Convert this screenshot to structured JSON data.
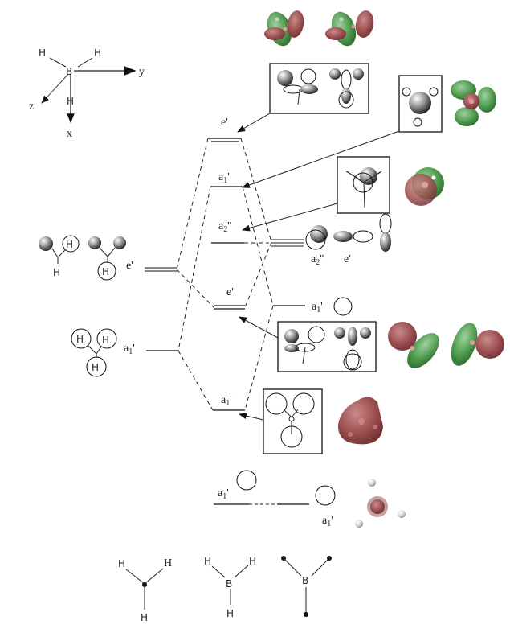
{
  "axes": {
    "atoms": {
      "center": "B",
      "h_left": "H",
      "h_right": "H",
      "h_bottom": "H"
    },
    "x_label": "x",
    "y_label": "y",
    "z_label": "z"
  },
  "levels": {
    "left": {
      "e_prime": "e'",
      "a1_prime": {
        "base": "a",
        "sub": "1",
        "prime": "'"
      }
    },
    "center": {
      "e_prime_top": "e'",
      "a1_prime_top": {
        "base": "a",
        "sub": "1",
        "prime": "'"
      },
      "a2_dprime": {
        "base": "a",
        "sub": "2",
        "prime": "''"
      },
      "e_prime_mid": "e'",
      "a1_prime_bottom": {
        "base": "a",
        "sub": "1",
        "prime": "'"
      }
    },
    "right": {
      "a2_dprime": {
        "base": "a",
        "sub": "2",
        "prime": "''"
      },
      "e_prime": "e'",
      "a1_prime": {
        "base": "a",
        "sub": "1",
        "prime": "'"
      }
    }
  },
  "hydrogen_label": "H",
  "core": {
    "left": {
      "base": "a",
      "sub": "1",
      "prime": "'"
    },
    "right": {
      "base": "a",
      "sub": "1",
      "prime": "'"
    }
  },
  "bottom_structures": {
    "h3": {
      "top_left": "H",
      "top_right": "H",
      "bottom": "H"
    },
    "bh3": {
      "center": "B",
      "top_left": "H",
      "top_right": "H",
      "bottom": "H"
    },
    "b": {
      "center": "B"
    }
  },
  "colors": {
    "positive_lobe": "#9c4f50",
    "negative_lobe": "#4f9a4f",
    "level_line": "#6a6a6a"
  }
}
